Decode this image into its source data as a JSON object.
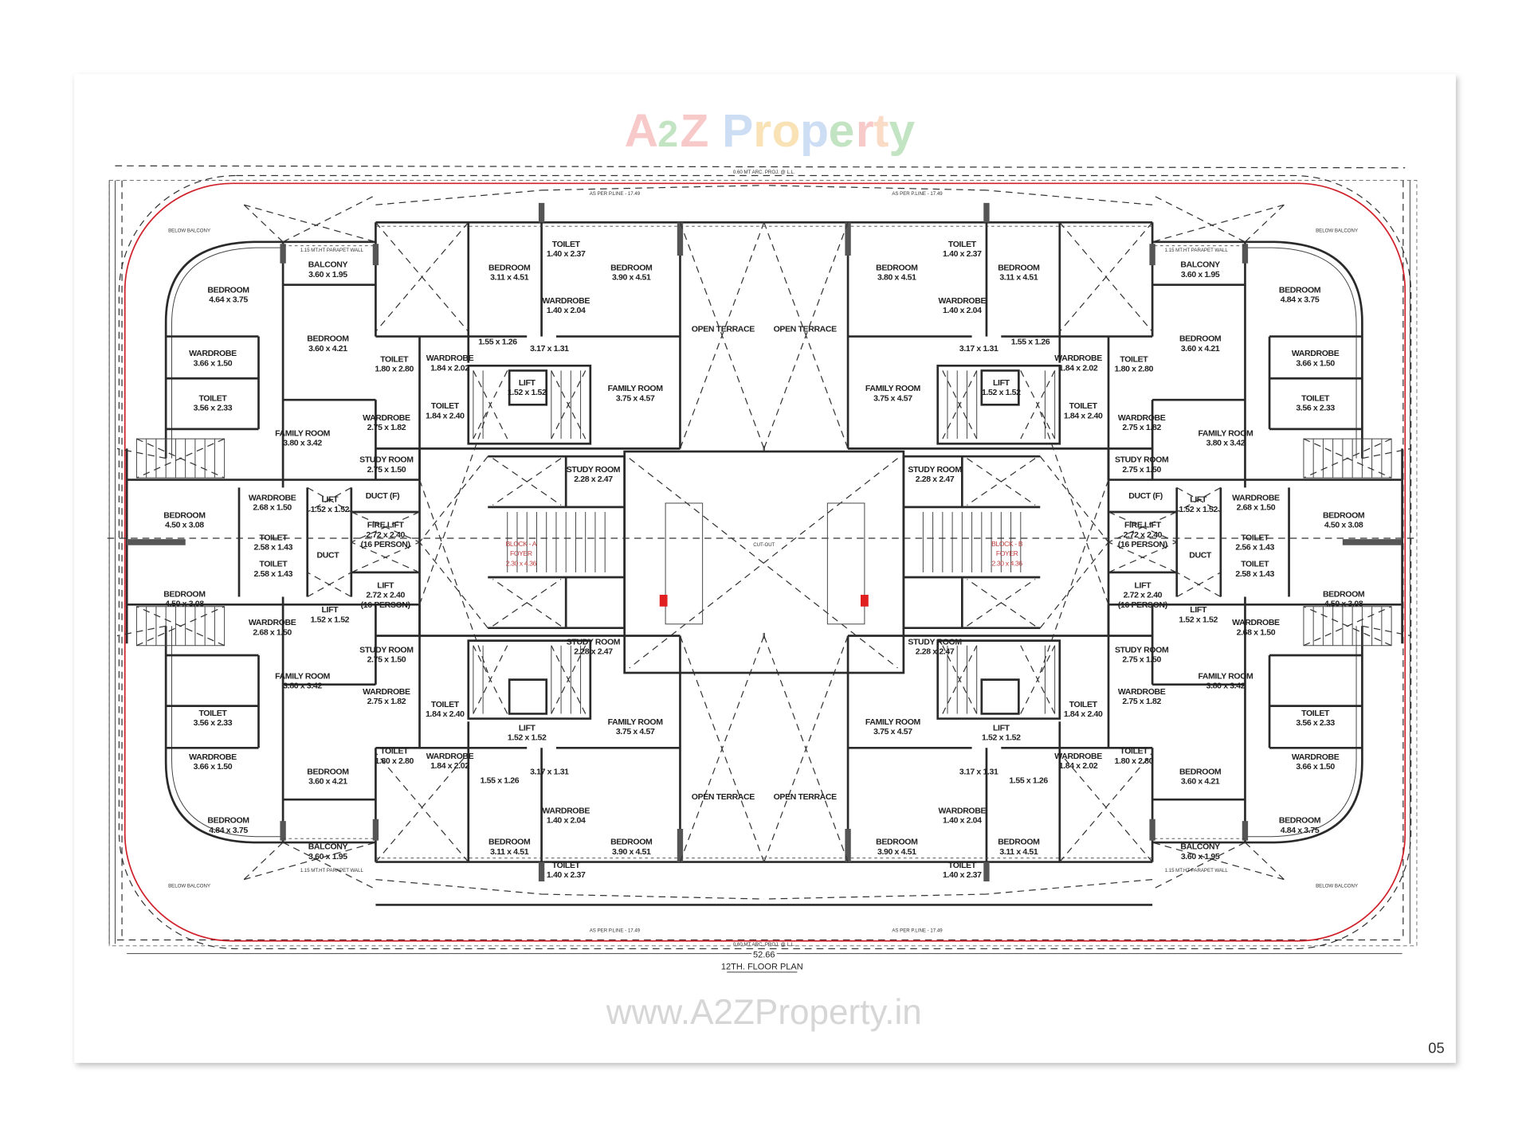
{
  "drawing": {
    "title": "12TH. FLOOR PLAN",
    "overall_width": "52.66",
    "page_number": "05",
    "watermark_logo": "A2Z Property",
    "watermark_url": "www.A2ZProperty.in",
    "annotations": {
      "parapet": "1.15 MT.HT PARAPET WALL",
      "pline": "AS PER P.LINE - 17.49",
      "below_balcony": "BELOW BALCONY",
      "projection": "0.60 MT ARC. PROJ. @ L.L.",
      "cutout": "CUT-OUT"
    },
    "colors": {
      "plot_line": "#d0202a",
      "walls": "#2a2a2a",
      "watermark_a": "#f08a8a",
      "watermark_2": "#7cc47c",
      "watermark_z": "#f08a8a"
    }
  },
  "rooms_left": [
    {
      "n": "BEDROOM",
      "d": "4.64 x 3.75"
    },
    {
      "n": "BALCONY",
      "d": "3.60 x 1.95"
    },
    {
      "n": "BEDROOM",
      "d": "3.60 x 4.21"
    },
    {
      "n": "TOILET",
      "d": "1.80 x 2.80"
    },
    {
      "n": "WARDROBE",
      "d": "1.84 x 2.02"
    },
    {
      "n": "WARDROBE",
      "d": "3.66 x 1.50"
    },
    {
      "n": "TOILET",
      "d": "3.56 x 2.33"
    },
    {
      "n": "FAMILY ROOM",
      "d": "3.80 x 3.42"
    },
    {
      "n": "WARDROBE",
      "d": "2.75 x 1.82"
    },
    {
      "n": "TOILET",
      "d": "1.84 x 2.40"
    },
    {
      "n": "STUDY ROOM",
      "d": "2.75 x 1.50"
    },
    {
      "n": "BEDROOM",
      "d": "3.11 x 4.51"
    },
    {
      "n": "TOILET",
      "d": "1.40 x 2.37"
    },
    {
      "n": "WARDROBE",
      "d": "1.40 x 2.04"
    },
    {
      "n": "BEDROOM",
      "d": "3.90 x 4.51"
    },
    {
      "n": "",
      "d": "1.55 x 1.26"
    },
    {
      "n": "",
      "d": "3.17 x 1.31"
    },
    {
      "n": "LIFT",
      "d": "1.52 x 1.52"
    },
    {
      "n": "FAMILY ROOM",
      "d": "3.75 x 4.57"
    },
    {
      "n": "OPEN TERRACE",
      "d": ""
    },
    {
      "n": "STUDY ROOM",
      "d": "2.28 x 2.47"
    },
    {
      "n": "BEDROOM",
      "d": "4.50 x 3.08"
    },
    {
      "n": "WARDROBE",
      "d": "2.68 x 1.50"
    },
    {
      "n": "TOILET",
      "d": "2.58 x 1.43"
    },
    {
      "n": "LIFT",
      "d": "1.52 x 1.52"
    },
    {
      "n": "DUCT (F)",
      "d": ""
    },
    {
      "n": "DUCT",
      "d": ""
    },
    {
      "n": "FIRE LIFT",
      "d": "2.72 x 2.40",
      "e": "(16 PERSON)"
    },
    {
      "n": "TOILET",
      "d": "2.58 x 1.43"
    },
    {
      "n": "BEDROOM",
      "d": "4.50 x 3.08"
    },
    {
      "n": "LIFT",
      "d": "1.52 x 1.52"
    },
    {
      "n": "LIFT",
      "d": "2.72 x 2.40",
      "e": "(16 PERSON)"
    },
    {
      "n": "WARDROBE",
      "d": "2.68 x 1.50"
    },
    {
      "n": "STUDY ROOM",
      "d": "2.75 x 1.50"
    },
    {
      "n": "BLOCK - A",
      "d": "FOYER",
      "e": "2.30 x 4.36"
    },
    {
      "n": "STUDY ROOM",
      "d": "2.28 x 2.47"
    },
    {
      "n": "FAMILY ROOM",
      "d": "3.80 x 3.42"
    },
    {
      "n": "WARDROBE",
      "d": "2.75 x 1.82"
    },
    {
      "n": "TOILET",
      "d": "3.56 x 2.33"
    },
    {
      "n": "TOILET",
      "d": "1.84 x 2.40"
    },
    {
      "n": "LIFT",
      "d": "1.52 x 1.52"
    },
    {
      "n": "FAMILY ROOM",
      "d": "3.75 x 4.57"
    },
    {
      "n": "WARDROBE",
      "d": "3.66 x 1.50"
    },
    {
      "n": "TOILET",
      "d": "1.80 x 2.80"
    },
    {
      "n": "WARDROBE",
      "d": "1.84 x 2.02"
    },
    {
      "n": "",
      "d": "1.55 x 1.26"
    },
    {
      "n": "",
      "d": "3.17 x 1.31"
    },
    {
      "n": "BEDROOM",
      "d": "3.60 x 4.21"
    },
    {
      "n": "OPEN TERRACE",
      "d": ""
    },
    {
      "n": "WARDROBE",
      "d": "1.40 x 2.04"
    },
    {
      "n": "BEDROOM",
      "d": "4.84 x 3.75"
    },
    {
      "n": "BEDROOM",
      "d": "3.11 x 4.51"
    },
    {
      "n": "BALCONY",
      "d": "3.60 x 1.95"
    },
    {
      "n": "BEDROOM",
      "d": "3.90 x 4.51"
    },
    {
      "n": "TOILET",
      "d": "1.40 x 2.37"
    }
  ],
  "rooms_right": [
    {
      "n": "BEDROOM",
      "d": "4.84 x 3.75"
    },
    {
      "n": "BALCONY",
      "d": "3.60 x 1.95"
    },
    {
      "n": "BEDROOM",
      "d": "3.60 x 4.21"
    },
    {
      "n": "TOILET",
      "d": "1.80 x 2.80"
    },
    {
      "n": "WARDROBE",
      "d": "1.84 x 2.02"
    },
    {
      "n": "WARDROBE",
      "d": "3.66 x 1.50"
    },
    {
      "n": "TOILET",
      "d": "3.56 x 2.33"
    },
    {
      "n": "FAMILY ROOM",
      "d": "3.80 x 3.42"
    },
    {
      "n": "WARDROBE",
      "d": "2.75 x 1.82"
    },
    {
      "n": "TOILET",
      "d": "1.84 x 2.40"
    },
    {
      "n": "STUDY ROOM",
      "d": "2.75 x 1.50"
    },
    {
      "n": "BEDROOM",
      "d": "3.11 x 4.51"
    },
    {
      "n": "TOILET",
      "d": "1.40 x 2.37"
    },
    {
      "n": "WARDROBE",
      "d": "1.40 x 2.04"
    },
    {
      "n": "BEDROOM",
      "d": "3.80 x 4.51"
    },
    {
      "n": "",
      "d": "1.55 x 1.26"
    },
    {
      "n": "",
      "d": "3.17 x 1.31"
    },
    {
      "n": "LIFT",
      "d": "1.52 x 1.52"
    },
    {
      "n": "FAMILY ROOM",
      "d": "3.75 x 4.57"
    },
    {
      "n": "OPEN TERRACE",
      "d": ""
    },
    {
      "n": "STUDY ROOM",
      "d": "2.28 x 2.47"
    },
    {
      "n": "BEDROOM",
      "d": "4.50 x 3.08"
    },
    {
      "n": "WARDROBE",
      "d": "2.68 x 1.50"
    },
    {
      "n": "TOILET",
      "d": "2.56 x 1.43"
    },
    {
      "n": "LIFT",
      "d": "1.52 x 1.52"
    },
    {
      "n": "DUCT (F)",
      "d": ""
    },
    {
      "n": "DUCT",
      "d": ""
    },
    {
      "n": "FIRE LIFT",
      "d": "2.72 x 2.40",
      "e": "(16 PERSON)"
    },
    {
      "n": "TOILET",
      "d": "2.58 x 1.43"
    },
    {
      "n": "BEDROOM",
      "d": "4.50 x 3.08"
    },
    {
      "n": "LIFT",
      "d": "1.52 x 1.52"
    },
    {
      "n": "LIFT",
      "d": "2.72 x 2.40",
      "e": "(16 PERSON)"
    },
    {
      "n": "WARDROBE",
      "d": "2.68 x 1.50"
    },
    {
      "n": "STUDY ROOM",
      "d": "2.75 x 1.50"
    },
    {
      "n": "BLOCK - B",
      "d": "FOYER",
      "e": "2.30 x 4.36"
    },
    {
      "n": "STUDY ROOM",
      "d": "2.28 x 2.47"
    },
    {
      "n": "FAMILY ROOM",
      "d": "3.80 x 3.42"
    },
    {
      "n": "WARDROBE",
      "d": "2.75 x 1.82"
    },
    {
      "n": "TOILET",
      "d": "3.56 x 2.33"
    },
    {
      "n": "TOILET",
      "d": "1.84 x 2.40"
    },
    {
      "n": "LIFT",
      "d": "1.52 x 1.52"
    },
    {
      "n": "FAMILY ROOM",
      "d": "3.75 x 4.57"
    },
    {
      "n": "WARDROBE",
      "d": "3.66 x 1.50"
    },
    {
      "n": "TOILET",
      "d": "1.80 x 2.80"
    },
    {
      "n": "WARDROBE",
      "d": "1.84 x 2.02"
    },
    {
      "n": "",
      "d": "1.55 x 1.26"
    },
    {
      "n": "",
      "d": "3.17 x 1.31"
    },
    {
      "n": "BEDROOM",
      "d": "3.60 x 4.21"
    },
    {
      "n": "OPEN TERRACE",
      "d": ""
    },
    {
      "n": "WARDROBE",
      "d": "1.40 x 2.04"
    },
    {
      "n": "BEDROOM",
      "d": "4.84 x 3.75"
    },
    {
      "n": "BEDROOM",
      "d": "3.11 x 4.51"
    },
    {
      "n": "BALCONY",
      "d": "3.60 x 1.95"
    },
    {
      "n": "BEDROOM",
      "d": "3.90 x 4.51"
    },
    {
      "n": "TOILET",
      "d": "1.40 x 2.37"
    }
  ]
}
